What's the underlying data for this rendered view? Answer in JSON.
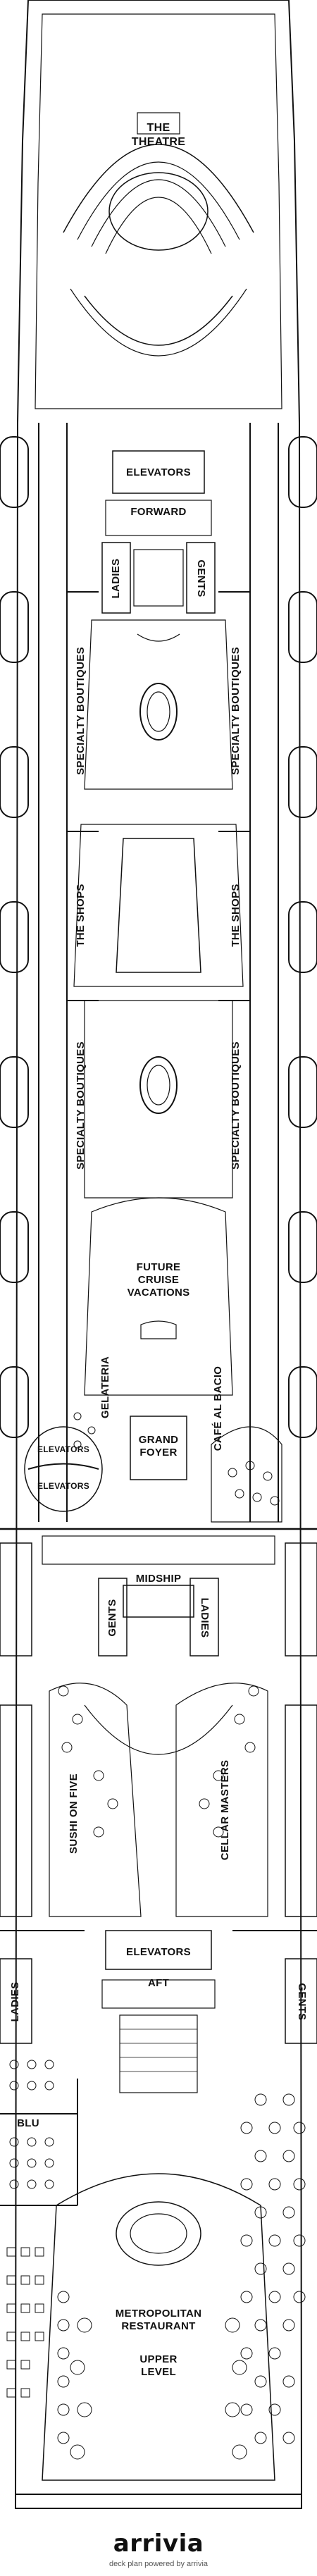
{
  "deck_labels": {
    "theatre": "THE\nTHEATRE",
    "elevators_forward": "ELEVATORS",
    "forward": "FORWARD",
    "ladies_fwd": "LADIES",
    "gents_fwd": "GENTS",
    "specialty_boutiques_left_1": "SPECIALTY BOUTIQUES",
    "specialty_boutiques_right_1": "SPECIALTY BOUTIQUES",
    "the_shops_left": "THE SHOPS",
    "the_shops_right": "THE SHOPS",
    "specialty_boutiques_left_2": "SPECIALTY BOUTIQUES",
    "specialty_boutiques_right_2": "SPECIALTY BOUTIQUES",
    "future_cruise": "FUTURE\nCRUISE\nVACATIONS",
    "gelateria": "GELATERIA",
    "cafe_al_bacio": "CAFÉ AL BACIO",
    "elevators_side_1": "ELEVATORS",
    "elevators_side_2": "ELEVATORS",
    "grand_foyer": "GRAND\nFOYER",
    "midship": "MIDSHIP",
    "gents_mid": "GENTS",
    "ladies_mid": "LADIES",
    "sushi_on_five": "SUSHI ON FIVE",
    "cellar_masters": "CELLAR MASTERS",
    "elevators_aft": "ELEVATORS",
    "aft": "AFT",
    "ladies_aft": "LADIES",
    "gents_aft": "GENTS",
    "blu": "BLU",
    "metropolitan": "METROPOLITAN\nRESTAURANT",
    "upper_level": "UPPER\nLEVEL"
  },
  "footer": {
    "logo": "arrivia",
    "powered_by": "deck plan powered by arrivia"
  },
  "colors": {
    "line": "#111111",
    "background": "#ffffff",
    "accent_logo": "#2a8fd6"
  }
}
